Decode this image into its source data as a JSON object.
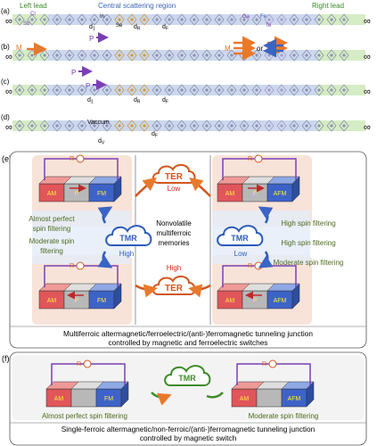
{
  "panel_labels": [
    "(a)",
    "(b)",
    "(c)",
    "(d)",
    "(e)",
    "(f)"
  ],
  "top": {
    "left_lead": "Left lead",
    "central": "Central scattering region",
    "right_lead": "Right lead",
    "infinity": "∞"
  },
  "atom_labels": {
    "cr": "Cr",
    "sb": "Sb",
    "in": "In",
    "se": "Se",
    "ga": "Ga",
    "fe": "Fe",
    "te": "Te"
  },
  "distances": {
    "d1": "d",
    "d1_sub": "1",
    "dR": "d",
    "dR_sub": "R",
    "dF": "d",
    "dF_sub": "F",
    "dV": "d",
    "dV_sub": "V"
  },
  "vectors": {
    "M": "M",
    "P": "P",
    "or": "or",
    "vacuum": "Vaccum"
  },
  "panel_e": {
    "R": "R",
    "AM": "AM",
    "P": "P",
    "FM": "FM",
    "AFM": "AFM",
    "TER": "TER",
    "low": "Low",
    "high": "High",
    "TMR": "TMR",
    "tmr_high": "High",
    "tmr_low": "Low",
    "nonvolatile": [
      "Nonvolatile",
      "multiferroic",
      "memories"
    ],
    "left_labels": [
      "Almost perfect",
      "spin filtering",
      "Moderate spin",
      "filtering"
    ],
    "right_labels": [
      "High spin filtering",
      "High spin filtering",
      "Moderate spin filtering"
    ],
    "caption": [
      "Multiferroic altermagnetic/ferroelectric/(anti-)ferromagnetic tunneling junction",
      "controlled by magnetic and ferroelectric switches"
    ]
  },
  "panel_f": {
    "R": "R",
    "AM": "AM",
    "FM": "FM",
    "AFM": "AFM",
    "TMR": "TMR",
    "left_label": "Almost perfect spin filtering",
    "right_label": "Moderate spin filtering",
    "caption": [
      "Single-ferroic altermagnetic/non-ferroic/(anti-)ferromagnetic tunneling junction",
      "controlled by magnetic switch"
    ]
  },
  "colors": {
    "left_lead_band": "#d6ecc4",
    "middle_band": "#cdd8ee",
    "lead_text": "#3a8a2a",
    "central_text": "#3c64b4",
    "purple": "#7b3fb5",
    "orange": "#e8792b",
    "blue": "#3a64c6",
    "am_red": "#e0565a",
    "fm_blue": "#3d63c8",
    "gray_block": "#b8b8b8",
    "ter_orange": "#d3561f",
    "tmr_blue": "#2d5bb8",
    "tmr_green": "#3f8a2a",
    "red_text": "#d62728",
    "olive_text": "#4d6b1e"
  }
}
